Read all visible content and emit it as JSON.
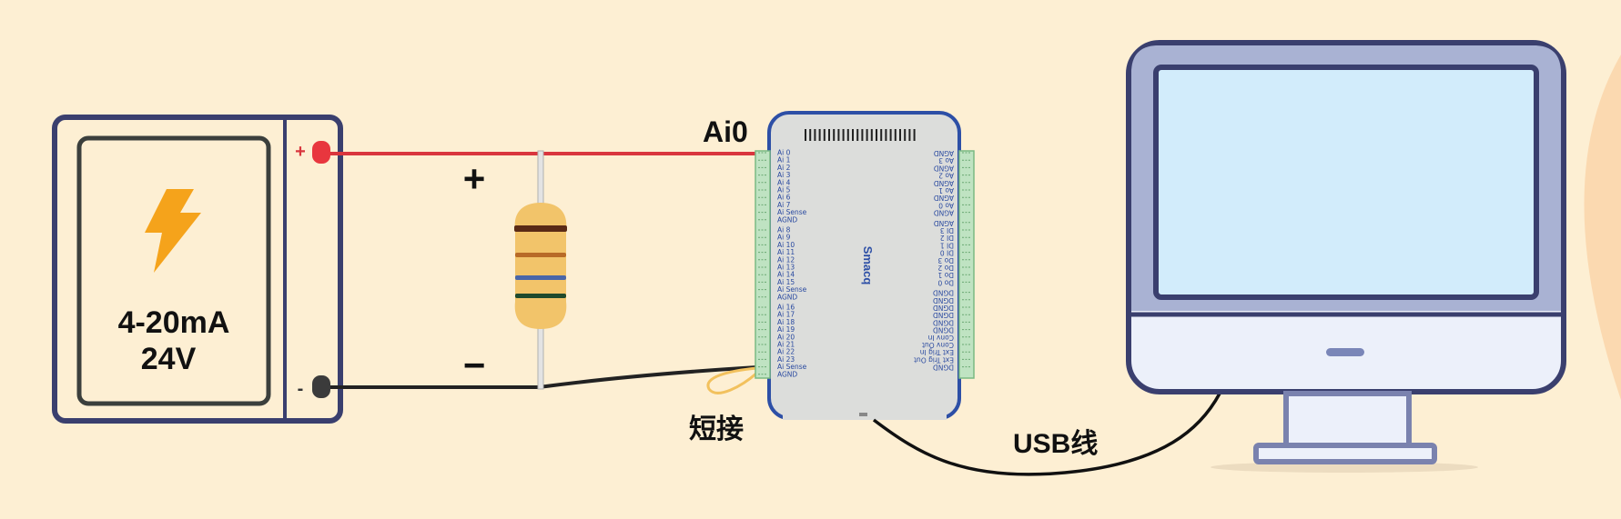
{
  "source": {
    "current_label": "4-20mA",
    "voltage_label": "24V",
    "plus_label": "+",
    "minus_label": "-",
    "bolt_color": "#f5a31b"
  },
  "resistor": {
    "plus_label": "+",
    "minus_label": "−"
  },
  "daq": {
    "brand": "Smacq",
    "ai0_label": "Ai0",
    "short_label": "短接",
    "left_pins": [
      "Ai 0",
      "Ai 1",
      "Ai 2",
      "Ai 3",
      "Ai 4",
      "Ai 5",
      "Ai 6",
      "Ai 7",
      "Ai Sense",
      "AGND",
      "Ai 8",
      "Ai 9",
      "Ai 10",
      "Ai 11",
      "Ai 12",
      "Ai 13",
      "Ai 14",
      "Ai 15",
      "Ai Sense",
      "AGND",
      "Ai 16",
      "Ai 17",
      "Ai 18",
      "Ai 19",
      "Ai 20",
      "Ai 21",
      "Ai 22",
      "Ai 23",
      "Ai Sense",
      "AGND"
    ],
    "right_pins": [
      "AGND",
      "Ao 3",
      "AGND",
      "Ao 2",
      "AGND",
      "Ao 1",
      "AGND",
      "Ao 0",
      "AGND",
      "AGND",
      "DI 3",
      "DI 2",
      "DI 1",
      "DI 0",
      "Do 3",
      "Do 2",
      "Do 1",
      "Do 0",
      "DGND",
      "DGND",
      "DGND",
      "DGND",
      "DGND",
      "DGND",
      "Conv In",
      "Conv Out",
      "Ext Trig In",
      "Ext Trig Out",
      "DGND"
    ]
  },
  "cable": {
    "label": "USB线"
  },
  "colors": {
    "background": "#fdefd3",
    "outline": "#3a3f6e",
    "wire_red": "#d9363e",
    "wire_black": "#222222",
    "daq_blue": "#2d4fa6",
    "screen": "#d2ecfb"
  }
}
